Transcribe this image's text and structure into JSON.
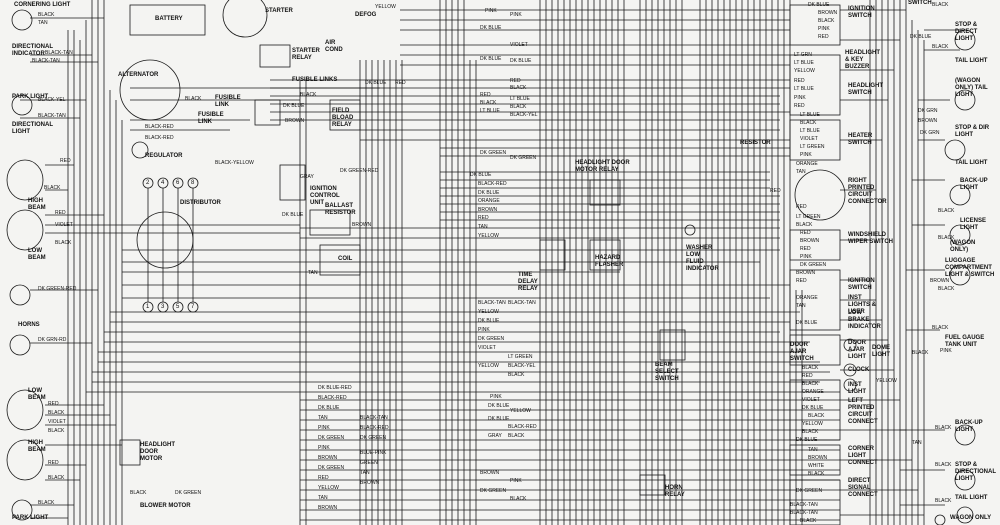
{
  "diagram": {
    "components_left": {
      "cornering_light": "CORNERING LIGHT",
      "directional_indicator": "DIRECTIONAL INDICATOR",
      "park_light": "PARK LIGHT",
      "directional_light": "DIRECTIONAL LIGHT",
      "high_beam": "HIGH BEAM",
      "low_beam": "LOW BEAM",
      "horns": "HORNS",
      "low_beam_2": "LOW BEAM",
      "high_beam_2": "HIGH BEAM",
      "park_light_2": "PARK LIGHT"
    },
    "components_center": {
      "battery": "BATTERY",
      "starter": "STARTER",
      "alternator": "ALTERNATOR",
      "regulator": "REGULATOR",
      "fusible_link": "FUSIBLE LINK",
      "fusible_link_2": "FUSIBLE LINK",
      "fusible_links": "FUSIBLE LINKS",
      "starter_relay": "STARTER RELAY",
      "air_cond": "AIR COND",
      "field_bload_relay": "FIELD BLOAD RELAY",
      "distributor": "DISTRIBUTOR",
      "ignition_control_unit": "IGNITION CONTROL UNIT",
      "ballast_resistor": "BALLAST RESISTOR",
      "coil": "COIL",
      "headlight_door_motor": "HEADLIGHT DOOR MOTOR",
      "blower_motor": "BLOWER MOTOR",
      "defog": "DEFOG",
      "headlight_door_motor_relay": "HEADLIGHT DOOR MOTOR RELAY",
      "time_delay_relay": "TIME DELAY RELAY",
      "hazard_flasher": "HAZARD FLASHER",
      "washer_low_fluid": "WASHER LOW FLUID INDICATOR",
      "beam_select_switch": "BEAM SELECT SWITCH",
      "horn_relay": "HORN RELAY"
    },
    "components_right": {
      "ignition_switch": "IGNITION SWITCH",
      "headlight_key_buzzer": "HEADLIGHT & KEY BUZZER",
      "headlight_switch": "HEADLIGHT SWITCH",
      "heater_switch": "HEATER SWITCH",
      "resistor": "RESISTOR",
      "right_printed_circuit": "RIGHT PRINTED CIRCUIT CONNECTOR",
      "windshield_wiper_switch": "WINDSHIELD WIPER SWITCH",
      "ignition_switch_2": "IGNITION SWITCH",
      "inst_lights_rheostat": "INST LIGHTS & USER",
      "low_brake_indicator": "LOW BRAKE INDICATOR",
      "door_ajar_switch": "DOOR AJAR SWITCH",
      "door_ajar_light": "DOOR AJAR LIGHT",
      "clock": "CLOCK",
      "inst_light": "INST LIGHT",
      "left_printed_circuit": "LEFT PRINTED CIRCUIT CONNECT",
      "corner_light_connect": "CORNER LIGHT CONNECT",
      "direct_signal_connect": "DIRECT SIGNAL CONNECT",
      "dome_light": "DOME LIGHT",
      "switch": "SWITCH"
    },
    "components_far_right": {
      "stop_direct_light": "STOP & DIRECT LIGHT",
      "tail_light": "TAIL LIGHT",
      "wagon_tail_light": "(WAGON ONLY) TAIL LIGHT",
      "stop_dir_light": "STOP & DIR LIGHT",
      "tail_light_2": "TAIL LIGHT",
      "back_up_light": "BACK-UP LIGHT",
      "license_light": "LICENSE LIGHT",
      "wagon_only": "(WAGON ONLY)",
      "luggage_light": "LUGGAGE COMPARTMENT LIGHT & SWITCH",
      "fuel_gauge": "FUEL GAUGE TANK UNIT",
      "back_up_light_2": "BACK-UP LIGHT",
      "stop_directional_light": "STOP & DIRECTIONAL LIGHT",
      "tail_light_3": "TAIL LIGHT",
      "wagon_only_2": "WAGON ONLY"
    },
    "wire_colors_left": [
      "BLACK",
      "TAN",
      "BLACK-TAN",
      "BLACK-TAN",
      "BLACK-YEL",
      "BLACK-TAN",
      "RED",
      "BLACK",
      "RED",
      "VIOLET",
      "BLACK",
      "DK GREEN-RED",
      "DK GRN-RD",
      "RED",
      "BLACK",
      "VIOLET",
      "BLACK",
      "RED",
      "BLACK",
      "BLACK"
    ],
    "wire_colors_center": [
      "BLACK-RED",
      "BLACK-RED",
      "BLACK",
      "BROWN",
      "DK BLUE",
      "DK BLUE",
      "RED",
      "BLACK",
      "DK GREEN-RED",
      "GRAY",
      "DK BLUE",
      "BROWN",
      "BLACK-YELLOW",
      "TAN",
      "DK BLUE-RED",
      "BLACK-RED",
      "DK BLUE",
      "TAN",
      "PINK",
      "DK GREEN",
      "PINK",
      "BROWN",
      "DK GREEN",
      "RED",
      "YELLOW",
      "TAN",
      "BLACK",
      "DK GREEN",
      "BROWN",
      "BLUE-PINK",
      "GREEN",
      "TAN",
      "BROWN",
      "BLACK-RED",
      "DK GREEN",
      "BLACK-TAN",
      "RED"
    ],
    "wire_colors_mid": [
      "YELLOW",
      "PINK",
      "PINK",
      "DK BLUE",
      "VIOLET",
      "DK BLUE",
      "RED",
      "BLACK",
      "DK BLUE",
      "RED",
      "BLACK",
      "LT BLUE",
      "LT BLUE",
      "BLACK",
      "BLACK-YEL",
      "DK GREEN",
      "DK GREEN",
      "DK BLUE",
      "BLACK-RED",
      "DK BLUE",
      "ORANGE",
      "BROWN",
      "RED",
      "TAN",
      "YELLOW",
      "BLACK-TAN",
      "YELLOW",
      "BLACK-TAN",
      "DK BLUE",
      "PINK",
      "DK GREEN",
      "VIOLET",
      "LT GREEN",
      "YELLOW",
      "BLACK-YEL",
      "BLACK",
      "PINK",
      "DK BLUE",
      "YELLOW",
      "DK BLUE",
      "BLACK-RED",
      "BLACK",
      "GRAY",
      "BROWN",
      "PINK",
      "DK GREEN",
      "BLACK"
    ],
    "wire_colors_right": [
      "DK BLUE",
      "BROWN",
      "BLACK",
      "PINK",
      "RED",
      "LT GRN",
      "LT BLUE",
      "YELLOW",
      "RED",
      "LT BLUE",
      "PINK",
      "RED",
      "LT BLUE",
      "BLACK",
      "LT BLUE",
      "VIOLET",
      "LT GREEN",
      "PINK",
      "ORANGE",
      "TAN",
      "RED",
      "LT GREEN",
      "BLACK",
      "RED",
      "BROWN",
      "RED",
      "PINK",
      "DK GREEN",
      "BROWN",
      "RED",
      "ORANGE",
      "TAN",
      "DK BLUE",
      "BLACK",
      "RED",
      "BLACK",
      "ORANGE",
      "VIOLET",
      "DK BLUE",
      "BLACK",
      "YELLOW",
      "BLACK",
      "DK BLUE",
      "TAN",
      "BROWN",
      "WHITE",
      "BLACK",
      "DK GREEN",
      "BLACK-TAN",
      "BLACK-TAN",
      "BLACK"
    ],
    "wire_colors_far_right": [
      "BLACK",
      "BLACK",
      "DK BLUE",
      "DK GRN",
      "BROWN",
      "DK GRN",
      "BLACK",
      "BLACK",
      "BROWN",
      "BLACK",
      "BLACK",
      "PINK",
      "BLACK",
      "TAN",
      "BLACK",
      "BLACK",
      "BLACK",
      "YELLOW"
    ],
    "distributor_numbers": [
      "2",
      "4",
      "6",
      "8",
      "1",
      "3",
      "5",
      "7"
    ]
  }
}
